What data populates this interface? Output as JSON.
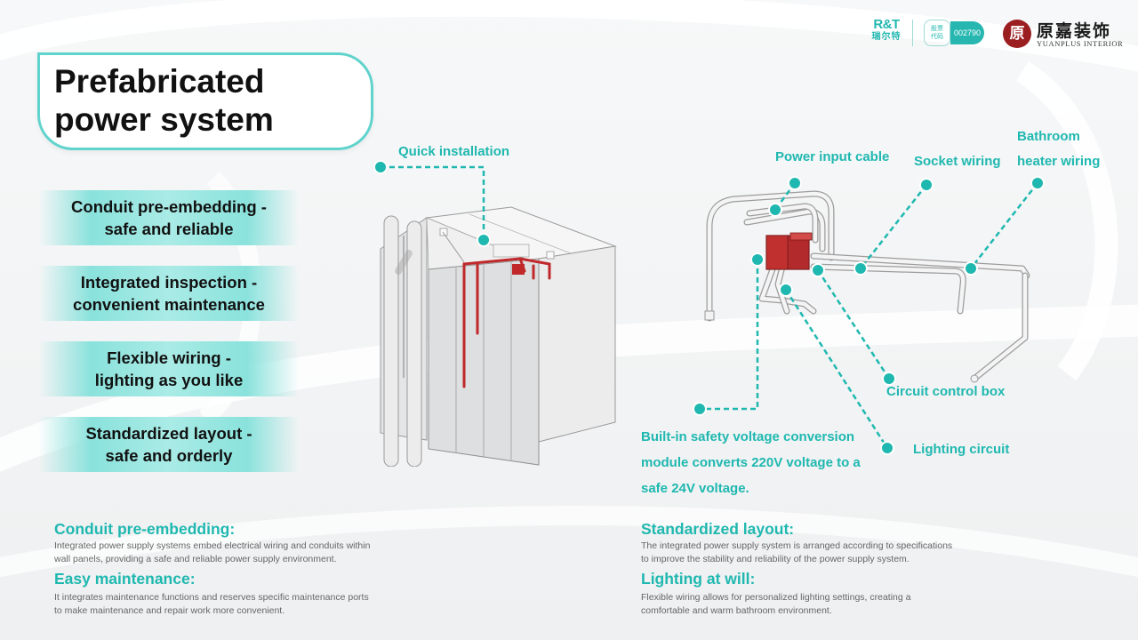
{
  "logos": {
    "rt_top": "R&T",
    "rt_bottom": "瑞尔特",
    "stock_label_1": "股票",
    "stock_label_2": "代码",
    "stock_code": "002790",
    "yuan_badge": "原",
    "yuan_cn": "原嘉装饰",
    "yuan_en": "YUANPLUS INTERIOR"
  },
  "title": {
    "line1": "Prefabricated",
    "line2": "power system"
  },
  "features": [
    {
      "line1": "Conduit pre-embedding -",
      "line2": "safe and reliable"
    },
    {
      "line1": "Integrated inspection -",
      "line2": "convenient maintenance"
    },
    {
      "line1": "Flexible wiring -",
      "line2": "lighting as you like"
    },
    {
      "line1": "Standardized layout -",
      "line2": "safe and orderly"
    }
  ],
  "diagram": {
    "quick_installation": "Quick installation",
    "power_input_cable": "Power input cable",
    "socket_wiring": "Socket wiring",
    "bathroom_heater_line1": "Bathroom",
    "bathroom_heater_line2": "heater wiring",
    "circuit_control_box": "Circuit control box",
    "lighting_circuit": "Lighting circuit",
    "conversion_module": "Built-in safety voltage conversion module converts 220V voltage to a safe 24V voltage."
  },
  "sections": [
    {
      "heading": "Conduit pre-embedding:",
      "line1": "Integrated power supply systems embed electrical wiring and conduits within",
      "line2": "wall panels, providing a safe and reliable power supply environment."
    },
    {
      "heading": "Easy maintenance:",
      "line1": "It integrates maintenance functions and reserves specific maintenance ports",
      "line2": "to make maintenance and repair work more convenient."
    },
    {
      "heading": "Standardized layout:",
      "line1": "The integrated power supply system is arranged according to specifications",
      "line2": "to improve the stability and reliability of the power supply system."
    },
    {
      "heading": "Lighting at will:",
      "line1": "Flexible wiring allows for personalized lighting settings, creating a",
      "line2": "comfortable and warm bathroom environment."
    }
  ],
  "colors": {
    "accent": "#1fb8b0",
    "pill": "#aaebe6",
    "wire_red": "#c0282a",
    "brand_red": "#9b1e20"
  }
}
